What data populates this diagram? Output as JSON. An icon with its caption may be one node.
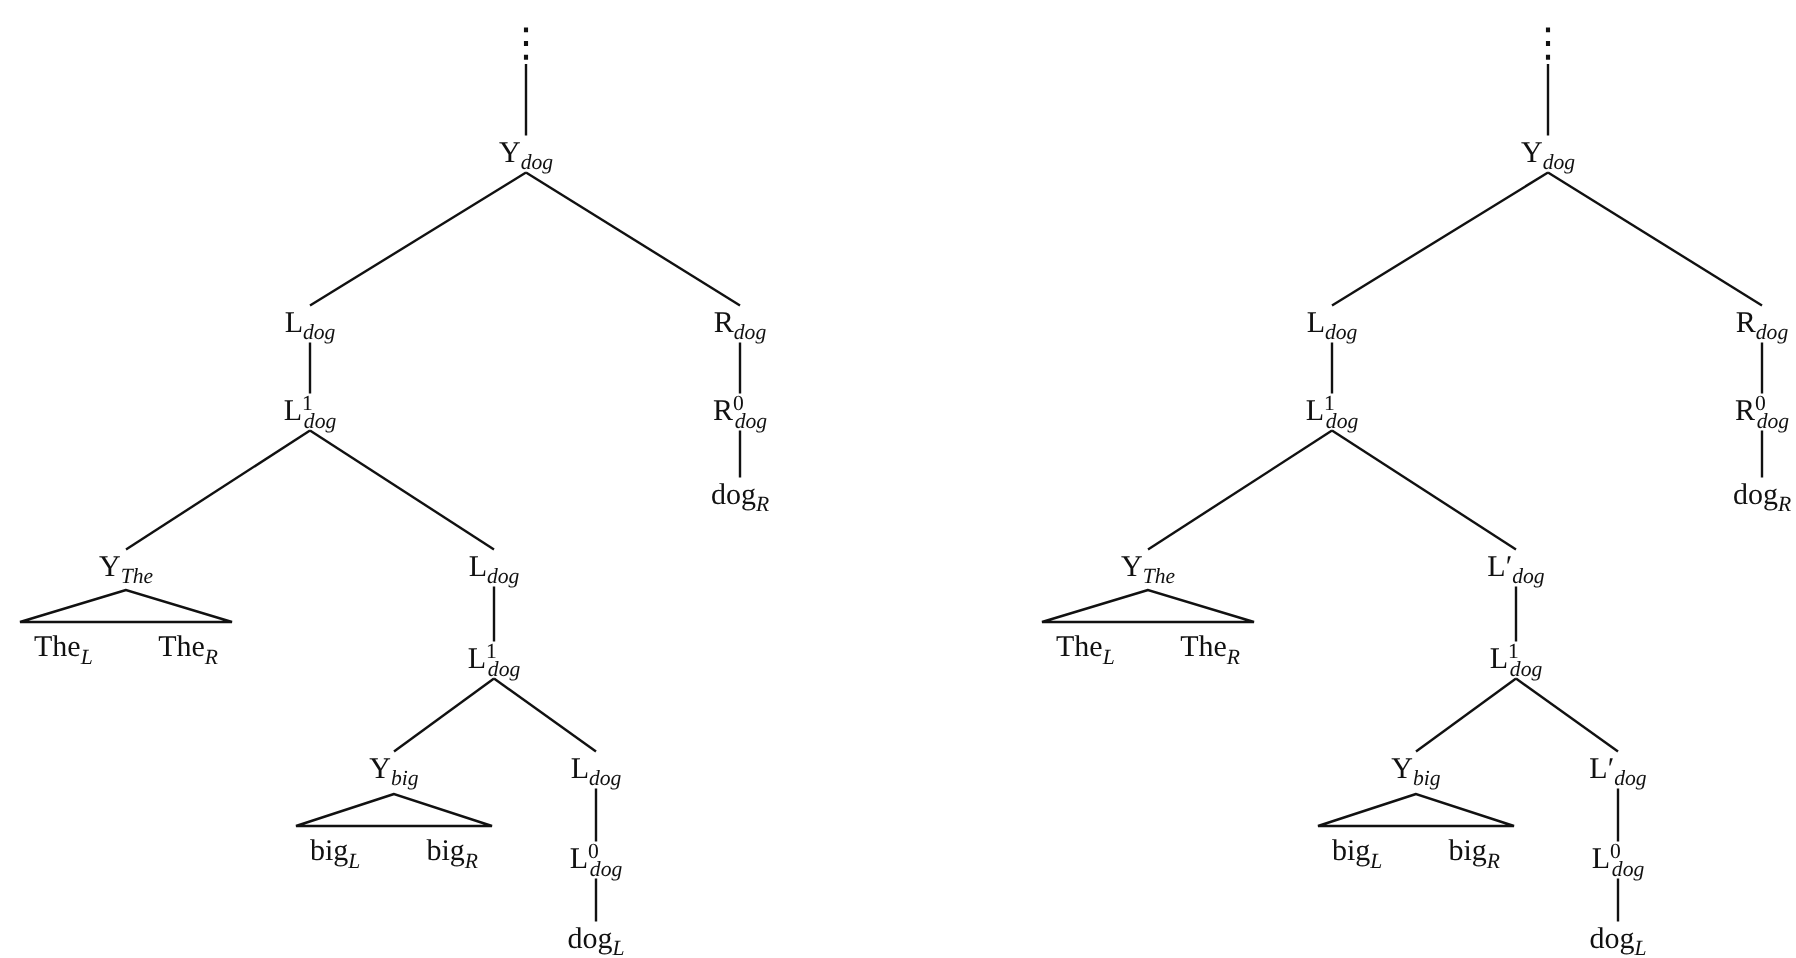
{
  "diagram": {
    "nodes": [
      {
        "text": [
          "⋮"
        ]
      },
      {
        "text": [
          "Y$_{dog}$"
        ]
      },
      {
        "text": [
          "L$_{dog}$"
        ]
      },
      {
        "text": [
          "R$_{dog}$"
        ]
      },
      {
        "text": [
          "L$^{1}$$_{dog}$"
        ]
      },
      {
        "text": [
          "R$^{0}$$_{dog}$"
        ]
      },
      {
        "text": [
          "dog$_{R}$"
        ]
      },
      {
        "text": [
          "Y$_{The}$"
        ]
      },
      {
        "text": [
          "The$_{L}$",
          "The$_{R}$"
        ]
      },
      {
        "text": [
          "L$_{dog}$"
        ]
      },
      {
        "text": [
          "L$^{1}$$_{dog}$"
        ]
      },
      {
        "text": [
          "Y$_{big}$"
        ]
      },
      {
        "text": [
          "big$_{L}$",
          "big$_{R}$"
        ]
      },
      {
        "text": [
          "L$_{dog}$"
        ]
      },
      {
        "text": [
          "L$^{0}$$_{dog}$"
        ]
      },
      {
        "text": [
          "dog$_{L}$"
        ]
      },
      {
        "text": [
          "⋮"
        ]
      },
      {
        "text": [
          "Y$_{dog}$"
        ]
      },
      {
        "text": [
          "L$_{dog}$"
        ]
      },
      {
        "text": [
          "R$_{dog}$"
        ]
      },
      {
        "text": [
          "L$^{1}$$_{dog}$"
        ]
      },
      {
        "text": [
          "R$^{0}$$_{dog}$"
        ]
      },
      {
        "text": [
          "dog$_{R}$"
        ]
      },
      {
        "text": [
          "Y$_{The}$"
        ]
      },
      {
        "text": [
          "The$_{L}$",
          "The$_{R}$"
        ]
      },
      {
        "text": [
          "L′$_{dog}$"
        ]
      },
      {
        "text": [
          "L$^{1}$$_{dog}$"
        ]
      },
      {
        "text": [
          "Y$_{big}$"
        ]
      },
      {
        "text": [
          "big$_{L}$",
          "big$_{R}$"
        ]
      },
      {
        "text": [
          "L′$_{dog}$"
        ]
      },
      {
        "text": [
          "L$^{0}$$_{dog}$"
        ]
      },
      {
        "text": [
          "dog$_{L}$"
        ]
      }
    ],
    "edges": [
      {
        "from": 0,
        "to": 1,
        "arrow": "none"
      },
      {
        "from": 1,
        "to": 2,
        "arrow": "none"
      },
      {
        "from": 1,
        "to": 3,
        "arrow": "none"
      },
      {
        "from": 2,
        "to": 4,
        "arrow": "none"
      },
      {
        "from": 3,
        "to": 5,
        "arrow": "none"
      },
      {
        "from": 5,
        "to": 6,
        "arrow": "none"
      },
      {
        "from": 4,
        "to": 7,
        "arrow": "none"
      },
      {
        "from": 4,
        "to": 9,
        "arrow": "none"
      },
      {
        "from": 9,
        "to": 10,
        "arrow": "none"
      },
      {
        "from": 10,
        "to": 11,
        "arrow": "none"
      },
      {
        "from": 10,
        "to": 13,
        "arrow": "none"
      },
      {
        "from": 13,
        "to": 14,
        "arrow": "none"
      },
      {
        "from": 14,
        "to": 15,
        "arrow": "none"
      },
      {
        "from": 16,
        "to": 17,
        "arrow": "none"
      },
      {
        "from": 17,
        "to": 18,
        "arrow": "none"
      },
      {
        "from": 17,
        "to": 19,
        "arrow": "none"
      },
      {
        "from": 18,
        "to": 20,
        "arrow": "none"
      },
      {
        "from": 19,
        "to": 21,
        "arrow": "none"
      },
      {
        "from": 21,
        "to": 22,
        "arrow": "none"
      },
      {
        "from": 20,
        "to": 23,
        "arrow": "none"
      },
      {
        "from": 20,
        "to": 25,
        "arrow": "none"
      },
      {
        "from": 25,
        "to": 26,
        "arrow": "none"
      },
      {
        "from": 26,
        "to": 27,
        "arrow": "none"
      },
      {
        "from": 26,
        "to": 29,
        "arrow": "none"
      },
      {
        "from": 29,
        "to": 30,
        "arrow": "none"
      },
      {
        "from": 30,
        "to": 31,
        "arrow": "none"
      }
    ]
  }
}
